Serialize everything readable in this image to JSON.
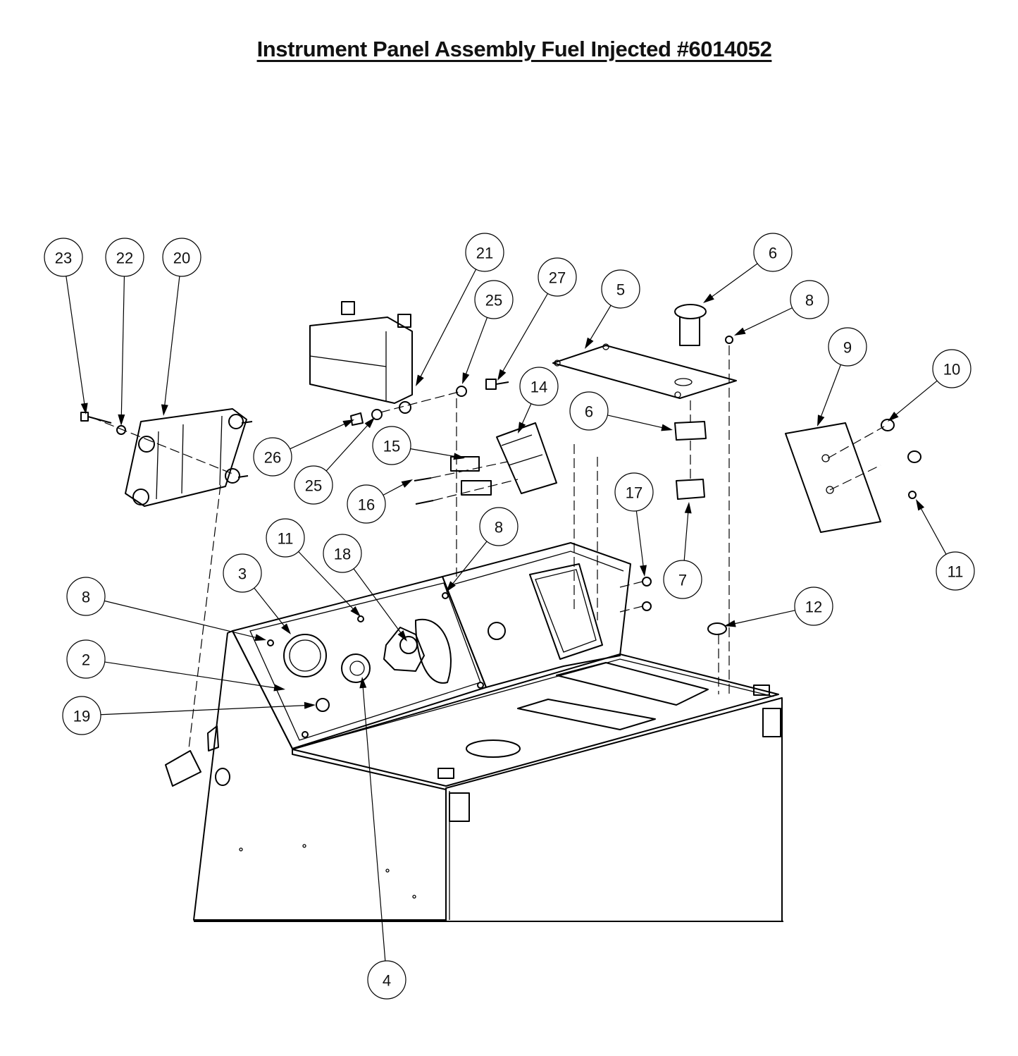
{
  "title": "Instrument Panel Assembly Fuel Injected #6014052",
  "callouts": [
    {
      "label": "23",
      "target": "bolt"
    },
    {
      "label": "22",
      "target": "washer"
    },
    {
      "label": "20",
      "target": "bracket"
    },
    {
      "label": "21",
      "target": "relay-housing"
    },
    {
      "label": "25",
      "target": "washer"
    },
    {
      "label": "27",
      "target": "bolt"
    },
    {
      "label": "5",
      "target": "cover-plate"
    },
    {
      "label": "6",
      "target": "switch-cap"
    },
    {
      "label": "8",
      "target": "screw"
    },
    {
      "label": "9",
      "target": "side-plate"
    },
    {
      "label": "10",
      "target": "plug"
    },
    {
      "label": "14",
      "target": "fuse-block"
    },
    {
      "label": "6",
      "target": "switch-body"
    },
    {
      "label": "15",
      "target": "terminal-strip"
    },
    {
      "label": "26",
      "target": "nut"
    },
    {
      "label": "25",
      "target": "washer"
    },
    {
      "label": "16",
      "target": "screw"
    },
    {
      "label": "17",
      "target": "nut"
    },
    {
      "label": "7",
      "target": "switch-contact"
    },
    {
      "label": "11",
      "target": "screw"
    },
    {
      "label": "8",
      "target": "screw"
    },
    {
      "label": "11",
      "target": "screw"
    },
    {
      "label": "18",
      "target": "fuel-cap"
    },
    {
      "label": "3",
      "target": "gauge"
    },
    {
      "label": "8",
      "target": "screw"
    },
    {
      "label": "12",
      "target": "plug"
    },
    {
      "label": "2",
      "target": "instrument-panel"
    },
    {
      "label": "19",
      "target": "plug"
    },
    {
      "label": "4",
      "target": "ignition-switch"
    }
  ]
}
